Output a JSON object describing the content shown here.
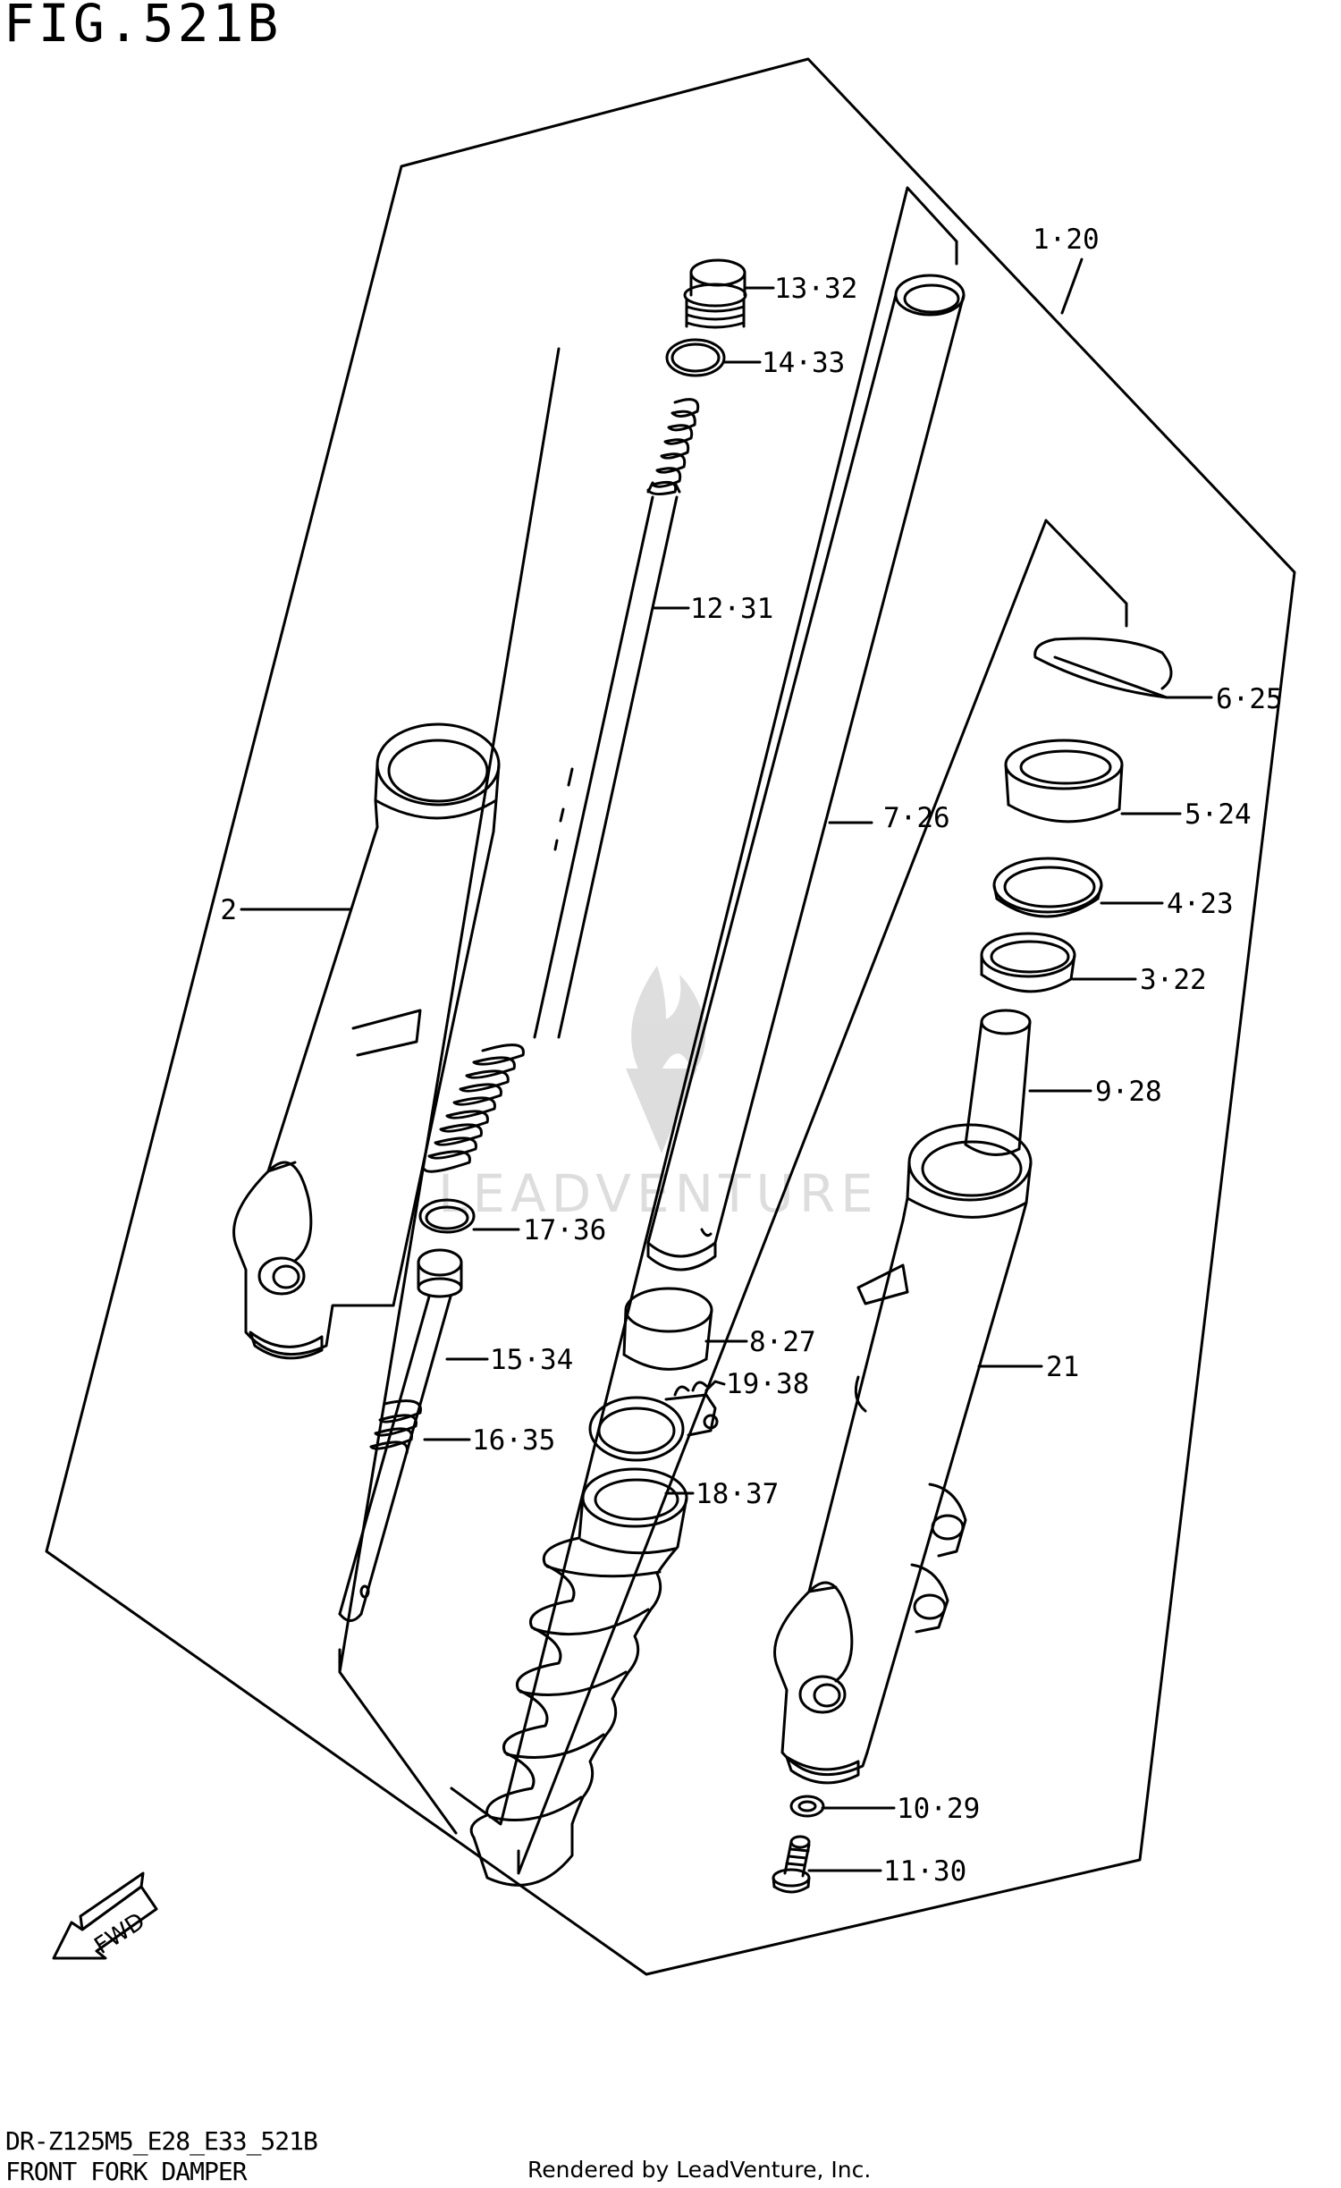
{
  "figure_title": "FIG.521B",
  "model_code": "DR-Z125M5_E28_E33_521B",
  "caption": "FRONT FORK DAMPER",
  "credit": "Rendered by LeadVenture, Inc.",
  "watermark": "LEADVENTURE",
  "direction_arrow": "FWD",
  "callouts": [
    "1·20",
    "13·32",
    "14·33",
    "12·31",
    "7·26",
    "6·25",
    "5·24",
    "4·23",
    "2",
    "3·22",
    "9·28",
    "17·36",
    "8·27",
    "15·34",
    "19·38",
    "21",
    "16·35",
    "18·37",
    "10·29",
    "11·30"
  ]
}
